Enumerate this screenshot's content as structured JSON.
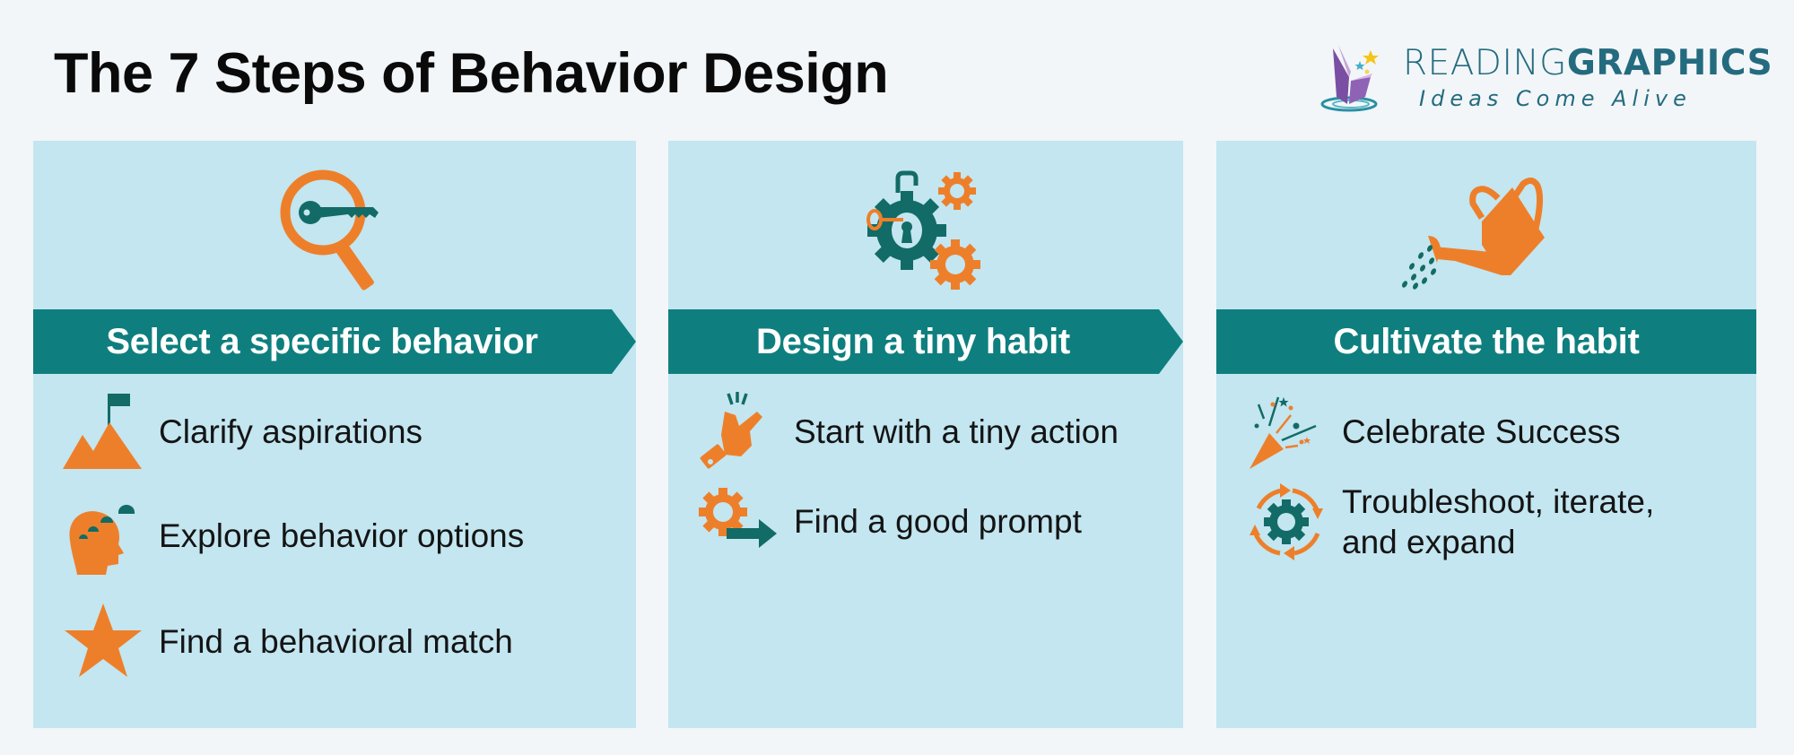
{
  "header": {
    "title": "The 7 Steps of Behavior Design",
    "logo": {
      "brand_light": "READING",
      "brand_bold": "GRAPHICS",
      "tagline": "Ideas Come Alive",
      "icon": "open-book-stars-icon"
    }
  },
  "colors": {
    "background": "#f2f6f8",
    "panel": "#c3e6f0",
    "banner": "#0e7f7e",
    "accent_orange": "#ee7f2a",
    "accent_teal": "#126b66",
    "brand": "#246b7f"
  },
  "panels": [
    {
      "heading": "Select a specific behavior",
      "hero_icon": "magnifier-key-icon",
      "items": [
        {
          "icon": "mountain-flag-icon",
          "label": "Clarify aspirations"
        },
        {
          "icon": "head-thought-clouds-icon",
          "label": "Explore behavior options"
        },
        {
          "icon": "star-icon",
          "label": "Find a behavioral match"
        }
      ]
    },
    {
      "heading": "Design a tiny habit",
      "hero_icon": "gears-lock-key-icon",
      "items": [
        {
          "icon": "finger-snap-icon",
          "label": "Start with a tiny action"
        },
        {
          "icon": "gear-arrow-icon",
          "label": "Find a good prompt"
        }
      ]
    },
    {
      "heading": "Cultivate the habit",
      "hero_icon": "watering-can-icon",
      "items": [
        {
          "icon": "party-popper-icon",
          "label": "Celebrate Success"
        },
        {
          "icon": "gear-cycle-arrows-icon",
          "label": "Troubleshoot, iterate, and expand",
          "lines": [
            "Troubleshoot, iterate,",
            "and expand"
          ]
        }
      ]
    }
  ]
}
